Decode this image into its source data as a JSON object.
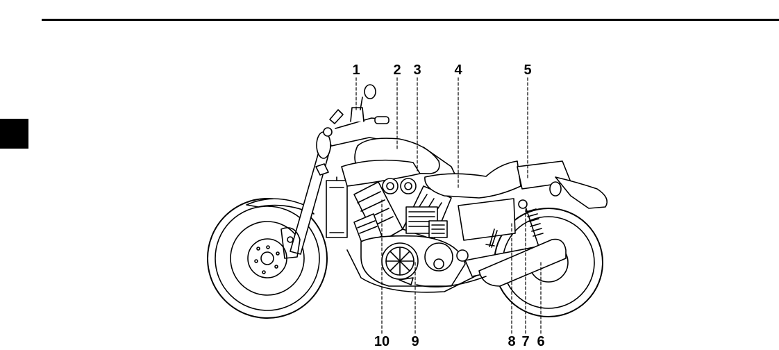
{
  "callouts": {
    "c1": "1",
    "c2": "2",
    "c3": "3",
    "c4": "4",
    "c5": "5",
    "c6": "6",
    "c7": "7",
    "c8": "8",
    "c9": "9",
    "c10": "10"
  },
  "colors": {
    "ink": "#000000",
    "paper": "#ffffff"
  },
  "icons": {
    "illustration": "motorcycle-side-view-icon"
  }
}
